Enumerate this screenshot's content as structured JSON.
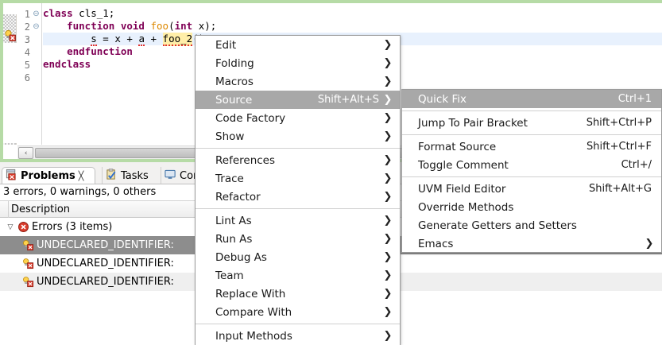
{
  "editor": {
    "lines": [
      {
        "n": "1",
        "fold": "⊖",
        "indent": 0
      },
      {
        "n": "2",
        "fold": "⊖",
        "indent": 0
      },
      {
        "n": "3",
        "fold": "",
        "indent": 0
      },
      {
        "n": "4",
        "fold": "",
        "indent": 0
      },
      {
        "n": "5",
        "fold": "",
        "indent": 0
      },
      {
        "n": "6",
        "fold": "",
        "indent": 0
      }
    ],
    "code": {
      "line1_kw": "class",
      "line1_rest": " cls_1;",
      "line2_kw": "function",
      "line2_type": " void ",
      "line2_fn": "foo",
      "line2_open": "(",
      "line2_int": "int",
      "line2_rest": " x);",
      "line3_a": "s",
      "line3_b": " = x + ",
      "line3_c": "a",
      "line3_d": " + ",
      "line3_e": "foo_2",
      "line3_f": "();",
      "line4_kw": "endfunction",
      "line5_kw": "endclass"
    },
    "scrollbar": {
      "left_arrow": "‹"
    },
    "marker_icon": "error-bulb-icon"
  },
  "problems": {
    "tabs": [
      {
        "label": "Problems",
        "icon": "problems-icon",
        "active": true,
        "close": "╳"
      },
      {
        "label": "Tasks",
        "icon": "tasks-icon",
        "active": false
      },
      {
        "label": "Con",
        "icon": "console-icon",
        "active": false
      }
    ],
    "summary": "3 errors, 0 warnings, 0 others",
    "column_header": "Description",
    "rows": [
      {
        "label": "Errors (3 items)",
        "twisty": "▽",
        "icon": "error-icon",
        "level": 0,
        "selected": false,
        "alt": false
      },
      {
        "label": "UNDECLARED_IDENTIFIER:",
        "twisty": "",
        "icon": "quickfix-error-icon",
        "level": 1,
        "selected": true,
        "alt": false
      },
      {
        "label": "UNDECLARED_IDENTIFIER:",
        "twisty": "",
        "icon": "quickfix-error-icon",
        "level": 1,
        "selected": false,
        "alt": false
      },
      {
        "label": "UNDECLARED_IDENTIFIER:",
        "twisty": "",
        "icon": "quickfix-error-icon",
        "level": 1,
        "selected": false,
        "alt": true
      }
    ]
  },
  "context_menu": {
    "items": [
      {
        "label": "Edit",
        "accel": "",
        "arrow": true,
        "sep_after": false,
        "highlighted": false
      },
      {
        "label": "Folding",
        "accel": "",
        "arrow": true,
        "sep_after": false,
        "highlighted": false
      },
      {
        "label": "Macros",
        "accel": "",
        "arrow": true,
        "sep_after": false,
        "highlighted": false
      },
      {
        "label": "Source",
        "accel": "Shift+Alt+S",
        "arrow": true,
        "sep_after": false,
        "highlighted": true
      },
      {
        "label": "Code Factory",
        "accel": "",
        "arrow": true,
        "sep_after": false,
        "highlighted": false
      },
      {
        "label": "Show",
        "accel": "",
        "arrow": true,
        "sep_after": true,
        "highlighted": false
      },
      {
        "label": "References",
        "accel": "",
        "arrow": true,
        "sep_after": false,
        "highlighted": false
      },
      {
        "label": "Trace",
        "accel": "",
        "arrow": true,
        "sep_after": false,
        "highlighted": false
      },
      {
        "label": "Refactor",
        "accel": "",
        "arrow": true,
        "sep_after": true,
        "highlighted": false
      },
      {
        "label": "Lint As",
        "accel": "",
        "arrow": true,
        "sep_after": false,
        "highlighted": false,
        "mnemonic": 0
      },
      {
        "label": "Run As",
        "accel": "",
        "arrow": true,
        "sep_after": false,
        "highlighted": false,
        "mnemonic": 0
      },
      {
        "label": "Debug As",
        "accel": "",
        "arrow": true,
        "sep_after": false,
        "highlighted": false,
        "mnemonic": 0
      },
      {
        "label": "Team",
        "accel": "",
        "arrow": true,
        "sep_after": false,
        "highlighted": false,
        "mnemonic": 1
      },
      {
        "label": "Replace With",
        "accel": "",
        "arrow": true,
        "sep_after": false,
        "highlighted": false,
        "mnemonic": 3
      },
      {
        "label": "Compare With",
        "accel": "",
        "arrow": true,
        "sep_after": true,
        "highlighted": false,
        "mnemonic": 4
      },
      {
        "label": "Input Methods",
        "accel": "",
        "arrow": true,
        "sep_after": false,
        "highlighted": false
      }
    ]
  },
  "sub_menu": {
    "items": [
      {
        "label": "Quick Fix",
        "accel": "Ctrl+1",
        "arrow": false,
        "sep_after": true,
        "highlighted": true
      },
      {
        "label": "Jump To Pair Bracket",
        "accel": "Shift+Ctrl+P",
        "arrow": false,
        "sep_after": true,
        "highlighted": false
      },
      {
        "label": "Format Source",
        "accel": "Shift+Ctrl+F",
        "arrow": false,
        "sep_after": false,
        "highlighted": false
      },
      {
        "label": "Toggle Comment",
        "accel": "Ctrl+/",
        "arrow": false,
        "sep_after": true,
        "highlighted": false
      },
      {
        "label": "UVM Field Editor",
        "accel": "Shift+Alt+G",
        "arrow": false,
        "sep_after": false,
        "highlighted": false
      },
      {
        "label": "Override Methods",
        "accel": "",
        "arrow": false,
        "sep_after": false,
        "highlighted": false
      },
      {
        "label": "Generate Getters and Setters",
        "accel": "",
        "arrow": false,
        "sep_after": false,
        "highlighted": false
      },
      {
        "label": "Emacs",
        "accel": "",
        "arrow": true,
        "sep_after": false,
        "highlighted": false
      }
    ]
  },
  "colors": {
    "editor_border": "#b6dba6",
    "highlight_line": "#e8f1fd",
    "occurrence_highlight": "#ffeea8",
    "menu_highlight": "#a8a8a8",
    "tree_selection": "#8d8d8d",
    "keyword": "#7f0055",
    "function": "#dd8800",
    "error_underline": "#e03030"
  }
}
